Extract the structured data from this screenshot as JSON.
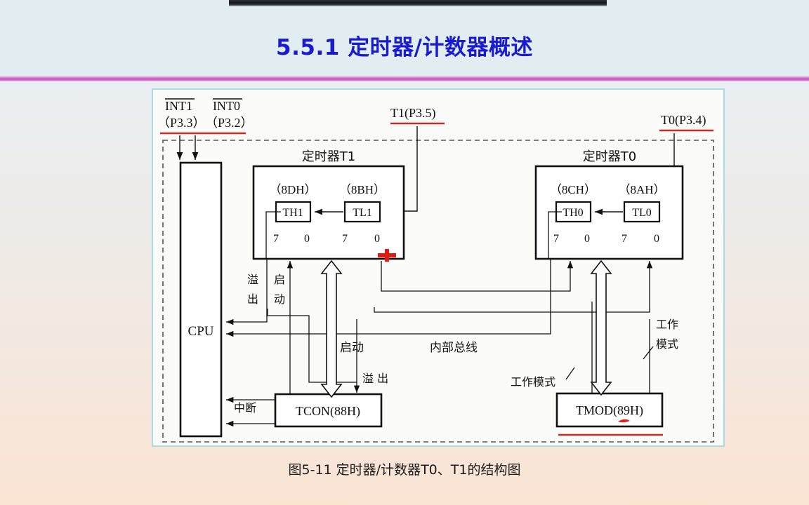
{
  "slide": {
    "title": "5.5.1 定时器/计数器概述",
    "caption": "图5-11  定时器/计数器T0、T1的结构图"
  },
  "colors": {
    "title_blue": "#1a1ad0",
    "divider_purple": "#cf56c2",
    "frame_cyan": "#a8dde5",
    "annotation_red": "#d42a20",
    "line_black": "#111111"
  },
  "diagram": {
    "external_pins": [
      {
        "name": "int1",
        "label": "INT1",
        "sub": "（P3.3）",
        "overline": true
      },
      {
        "name": "int0",
        "label": "INT0",
        "sub": "（P3.2）",
        "overline": true
      },
      {
        "name": "t1_pin",
        "label": "T1(P3.5)",
        "sub": "",
        "overline": false
      },
      {
        "name": "t0_pin",
        "label": "T0(P3.4)",
        "sub": "",
        "overline": false
      }
    ],
    "cpu": {
      "label": "CPU"
    },
    "timer_t1": {
      "title": "定时器T1",
      "high_addr": "（8DH）",
      "low_addr": "（8BH）",
      "high_reg": "TH1",
      "low_reg": "TL1",
      "bits": [
        "7",
        "0",
        "7",
        "0"
      ]
    },
    "timer_t0": {
      "title": "定时器T0",
      "high_addr": "（8CH）",
      "low_addr": "（8AH）",
      "high_reg": "TH0",
      "low_reg": "TL0",
      "bits": [
        "7",
        "0",
        "7",
        "0"
      ]
    },
    "tcon": {
      "label": "TCON(88H)"
    },
    "tmod": {
      "label": "TMOD(89H)"
    },
    "signal_labels": {
      "overflow_left": "溢 出",
      "start_left": "启 动",
      "start_mid": "启动",
      "overflow_mid": "溢 出",
      "internal_bus": "内部总线",
      "interrupt": "中断",
      "work_mode_left": "工作模式",
      "work_mode_right": "工 作 模 式"
    }
  }
}
